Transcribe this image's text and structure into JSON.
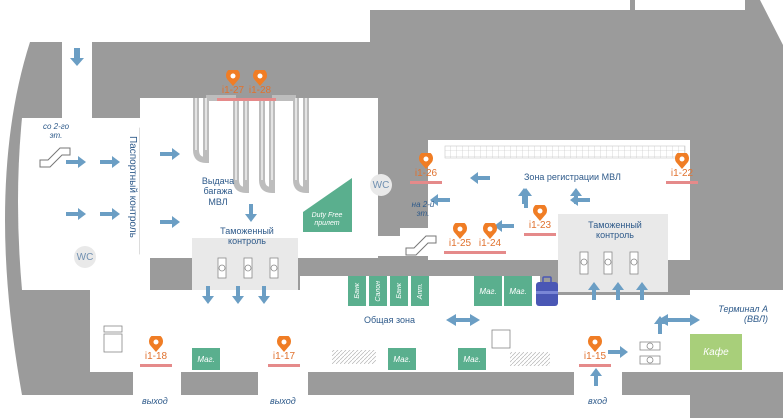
{
  "colors": {
    "wall": "#9b9b9b",
    "floor": "#ffffff",
    "corridor": "#e8e8e8",
    "arrow": "#6b9ec4",
    "text": "#2e5a8a",
    "pin": "#f07d25",
    "pin_code": "#e0722f",
    "shop": "#5aaf8e",
    "cafe": "#a8cf7a"
  },
  "zones": {
    "from_2nd_floor": "со 2-го эт.",
    "passport_control": "Паспортный контроль",
    "baggage_claim": "Выдача багажа МВЛ",
    "duty_free": "Duty Free прилет",
    "customs_left": "Таможенный контроль",
    "to_2nd_floor": "на 2-й эт.",
    "checkin_zone": "Зона регистрации МВЛ",
    "customs_right": "Таможенный контроль",
    "common_zone": "Общая зона",
    "terminal_a": "Терминал А (ВВЛ)"
  },
  "wc_label": "WC",
  "shops": {
    "bank1": "Банк",
    "salon": "Салон",
    "bank2": "Банк",
    "pharmacy": "Апт.",
    "mag_right1": "Маг.",
    "mag_right2": "Маг.",
    "mag_bottom1": "Маг.",
    "mag_bottom2": "Маг.",
    "mag_bottom3": "Маг.",
    "cafe": "Кафе"
  },
  "exits": {
    "exit_left": "выход",
    "exit_mid": "выход",
    "entrance": "вход"
  },
  "info_points": [
    {
      "code": "i1-27"
    },
    {
      "code": "i1-28"
    },
    {
      "code": "i1-26"
    },
    {
      "code": "i1-22"
    },
    {
      "code": "i1-23"
    },
    {
      "code": "i1-25"
    },
    {
      "code": "i1-24"
    },
    {
      "code": "i1-18"
    },
    {
      "code": "i1-17"
    },
    {
      "code": "i1-15"
    }
  ],
  "icons": {
    "arrow": "arrow-icon",
    "escalator": "escalator-icon",
    "luggage": "luggage-icon",
    "elevator": "elevator-icon",
    "pin": "map-pin-icon",
    "checkpoint": "customs-checkpoint-icon"
  }
}
